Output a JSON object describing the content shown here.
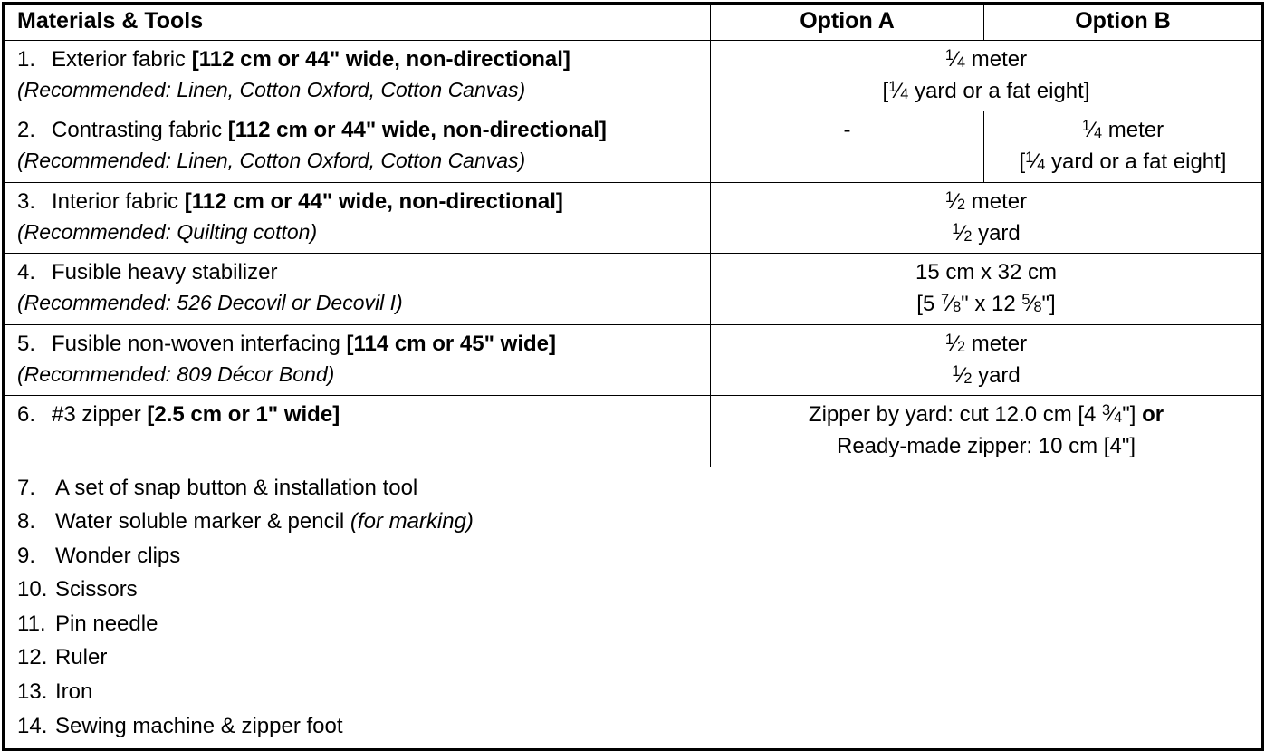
{
  "table": {
    "headers": {
      "item": "Materials & Tools",
      "option_a": "Option A",
      "option_b": "Option B"
    },
    "rows": [
      {
        "num": "1.",
        "name": "Exterior fabric ",
        "spec": "[112 cm or 44\" wide, non-directional]",
        "recommended": "(Recommended: Linen, Cotton Oxford, Cotton Canvas)",
        "merged": true,
        "value_line1_pre": "",
        "value_line1_frac_n": "1",
        "value_line1_frac_d": "4",
        "value_line1_post": " meter",
        "value_line2_pre": "[",
        "value_line2_frac_n": "1",
        "value_line2_frac_d": "4",
        "value_line2_post": " yard or a fat eight]"
      },
      {
        "num": "2.",
        "name": "Contrasting fabric ",
        "spec": "[112 cm or 44\" wide, non-directional]",
        "recommended": "(Recommended: Linen, Cotton Oxford, Cotton Canvas)",
        "merged": false,
        "option_a": "-",
        "value_line1_pre": "",
        "value_line1_frac_n": "1",
        "value_line1_frac_d": "4",
        "value_line1_post": " meter",
        "value_line2_pre": "[",
        "value_line2_frac_n": "1",
        "value_line2_frac_d": "4",
        "value_line2_post": " yard or a fat eight]"
      },
      {
        "num": "3.",
        "name": "Interior fabric ",
        "spec": "[112 cm or 44\" wide, non-directional]",
        "recommended": "(Recommended: Quilting cotton)",
        "merged": true,
        "value_line1_pre": "",
        "value_line1_frac_n": "1",
        "value_line1_frac_d": "2",
        "value_line1_post": " meter",
        "value_line2_pre": "",
        "value_line2_frac_n": "1",
        "value_line2_frac_d": "2",
        "value_line2_post": " yard"
      },
      {
        "num": "4.",
        "name": "Fusible heavy stabilizer",
        "spec": "",
        "recommended": "(Recommended: 526 Decovil or Decovil I)",
        "merged": true,
        "value_line1_plain": "15 cm x 32 cm",
        "value_line2_pre": "[5 ",
        "value_line2_frac_n": "7",
        "value_line2_frac_d": "8",
        "value_line2_mid": "\" x 12 ",
        "value_line2_frac2_n": "5",
        "value_line2_frac2_d": "8",
        "value_line2_post": "\"]"
      },
      {
        "num": "5.",
        "name": "Fusible non-woven interfacing ",
        "spec": "[114 cm or 45\" wide]",
        "recommended": "(Recommended: 809 Décor Bond)",
        "merged": true,
        "value_line1_pre": "",
        "value_line1_frac_n": "1",
        "value_line1_frac_d": "2",
        "value_line1_post": " meter",
        "value_line2_pre": "",
        "value_line2_frac_n": "1",
        "value_line2_frac_d": "2",
        "value_line2_post": " yard"
      },
      {
        "num": "6.",
        "name": "#3 zipper ",
        "spec": "[2.5 cm or 1\" wide]",
        "recommended": "",
        "merged": true,
        "value_line1_pre": "Zipper by yard: cut 12.0 cm [4 ",
        "value_line1_frac_n": "3",
        "value_line1_frac_d": "4",
        "value_line1_post": "\"] ",
        "value_line1_bold": "or",
        "value_line2_plain": "Ready-made zipper: 10 cm [4\"]"
      }
    ],
    "tool_list": [
      {
        "num": "7.",
        "text": "A set of snap button & installation tool",
        "note": ""
      },
      {
        "num": "8.",
        "text": "Water soluble marker & pencil ",
        "note": "(for marking)"
      },
      {
        "num": "9.",
        "text": "Wonder clips",
        "note": ""
      },
      {
        "num": "10.",
        "text": "Scissors",
        "note": ""
      },
      {
        "num": "11.",
        "text": "Pin needle",
        "note": ""
      },
      {
        "num": "12.",
        "text": "Ruler",
        "note": ""
      },
      {
        "num": "13.",
        "text": "Iron",
        "note": ""
      },
      {
        "num": "14.",
        "text": "Sewing machine & zipper foot",
        "note": ""
      }
    ]
  },
  "colors": {
    "border": "#000000",
    "text": "#000000",
    "background": "#ffffff"
  }
}
